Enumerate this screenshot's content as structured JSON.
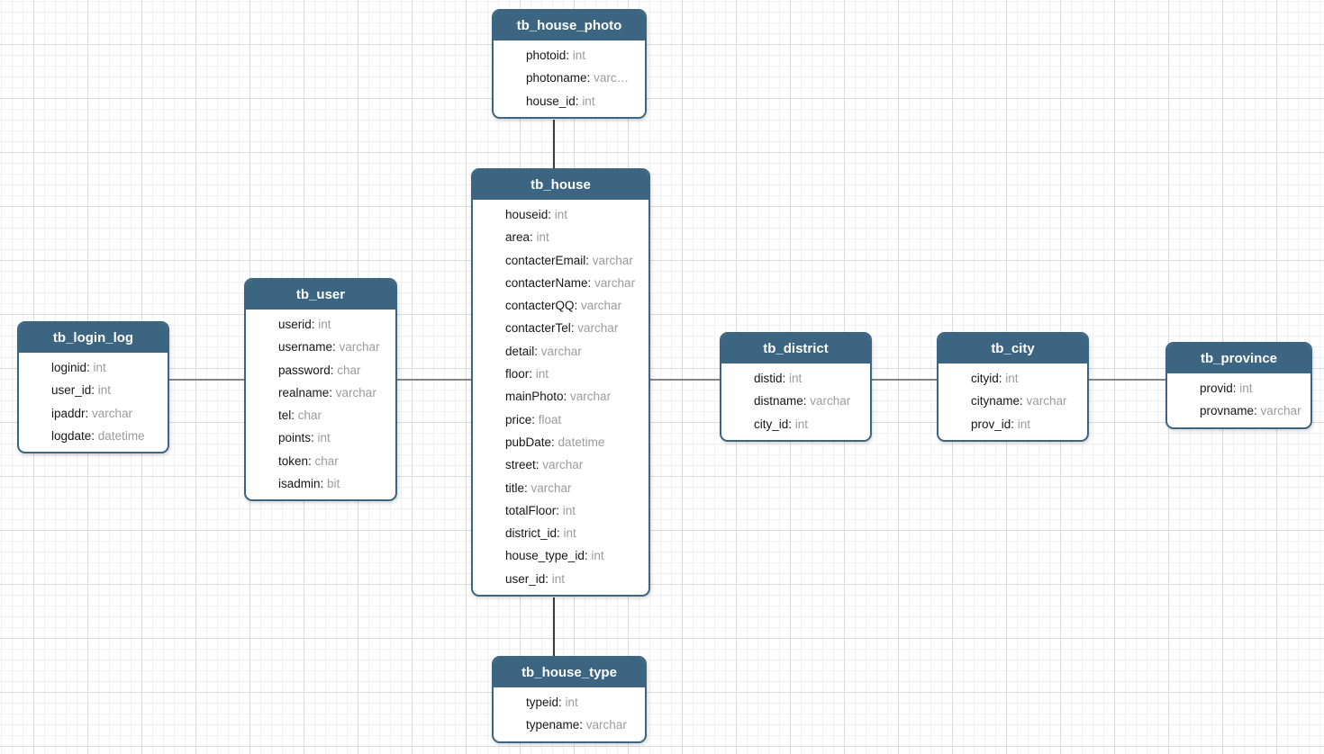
{
  "diagram": {
    "colors": {
      "table_header": "#3b6580",
      "table_border": "#3b6580",
      "field_name_color": "#161616",
      "field_type_color": "#9b9b9b",
      "horizontal_line_color": "#858585",
      "vertical_line_color": "#3c3c3c",
      "background": "#ffffff"
    },
    "tables": [
      {
        "name": "tb_house_photo",
        "fields": [
          {
            "name": "photoid",
            "type": "int"
          },
          {
            "name": "photoname",
            "type": "varc…"
          },
          {
            "name": "house_id",
            "type": "int"
          }
        ]
      },
      {
        "name": "tb_house",
        "fields": [
          {
            "name": "houseid",
            "type": "int"
          },
          {
            "name": "area",
            "type": "int"
          },
          {
            "name": "contacterEmail",
            "type": "varchar"
          },
          {
            "name": "contacterName",
            "type": "varchar"
          },
          {
            "name": "contacterQQ",
            "type": "varchar"
          },
          {
            "name": "contacterTel",
            "type": "varchar"
          },
          {
            "name": "detail",
            "type": "varchar"
          },
          {
            "name": "floor",
            "type": "int"
          },
          {
            "name": "mainPhoto",
            "type": "varchar"
          },
          {
            "name": "price",
            "type": "float"
          },
          {
            "name": "pubDate",
            "type": "datetime"
          },
          {
            "name": "street",
            "type": "varchar"
          },
          {
            "name": "title",
            "type": "varchar"
          },
          {
            "name": "totalFloor",
            "type": "int"
          },
          {
            "name": "district_id",
            "type": "int"
          },
          {
            "name": "house_type_id",
            "type": "int"
          },
          {
            "name": "user_id",
            "type": "int"
          }
        ]
      },
      {
        "name": "tb_user",
        "fields": [
          {
            "name": "userid",
            "type": "int"
          },
          {
            "name": "username",
            "type": "varchar"
          },
          {
            "name": "password",
            "type": "char"
          },
          {
            "name": "realname",
            "type": "varchar"
          },
          {
            "name": "tel",
            "type": "char"
          },
          {
            "name": "points",
            "type": "int"
          },
          {
            "name": "token",
            "type": "char"
          },
          {
            "name": "isadmin",
            "type": "bit"
          }
        ]
      },
      {
        "name": "tb_login_log",
        "fields": [
          {
            "name": "loginid",
            "type": "int"
          },
          {
            "name": "user_id",
            "type": "int"
          },
          {
            "name": "ipaddr",
            "type": "varchar"
          },
          {
            "name": "logdate",
            "type": "datetime"
          }
        ]
      },
      {
        "name": "tb_district",
        "fields": [
          {
            "name": "distid",
            "type": "int"
          },
          {
            "name": "distname",
            "type": "varchar"
          },
          {
            "name": "city_id",
            "type": "int"
          }
        ]
      },
      {
        "name": "tb_city",
        "fields": [
          {
            "name": "cityid",
            "type": "int"
          },
          {
            "name": "cityname",
            "type": "varchar"
          },
          {
            "name": "prov_id",
            "type": "int"
          }
        ]
      },
      {
        "name": "tb_province",
        "fields": [
          {
            "name": "provid",
            "type": "int"
          },
          {
            "name": "provname",
            "type": "varchar"
          }
        ]
      },
      {
        "name": "tb_house_type",
        "fields": [
          {
            "name": "typeid",
            "type": "int"
          },
          {
            "name": "typename",
            "type": "varchar"
          }
        ]
      }
    ],
    "relations": [
      {
        "from": "tb_house_photo",
        "to": "tb_house",
        "orientation": "vertical"
      },
      {
        "from": "tb_house",
        "to": "tb_house_type",
        "orientation": "vertical"
      },
      {
        "from": "tb_login_log",
        "to": "tb_user",
        "orientation": "horizontal"
      },
      {
        "from": "tb_user",
        "to": "tb_house",
        "orientation": "horizontal"
      },
      {
        "from": "tb_house",
        "to": "tb_district",
        "orientation": "horizontal"
      },
      {
        "from": "tb_district",
        "to": "tb_city",
        "orientation": "horizontal"
      },
      {
        "from": "tb_city",
        "to": "tb_province",
        "orientation": "horizontal"
      }
    ]
  }
}
